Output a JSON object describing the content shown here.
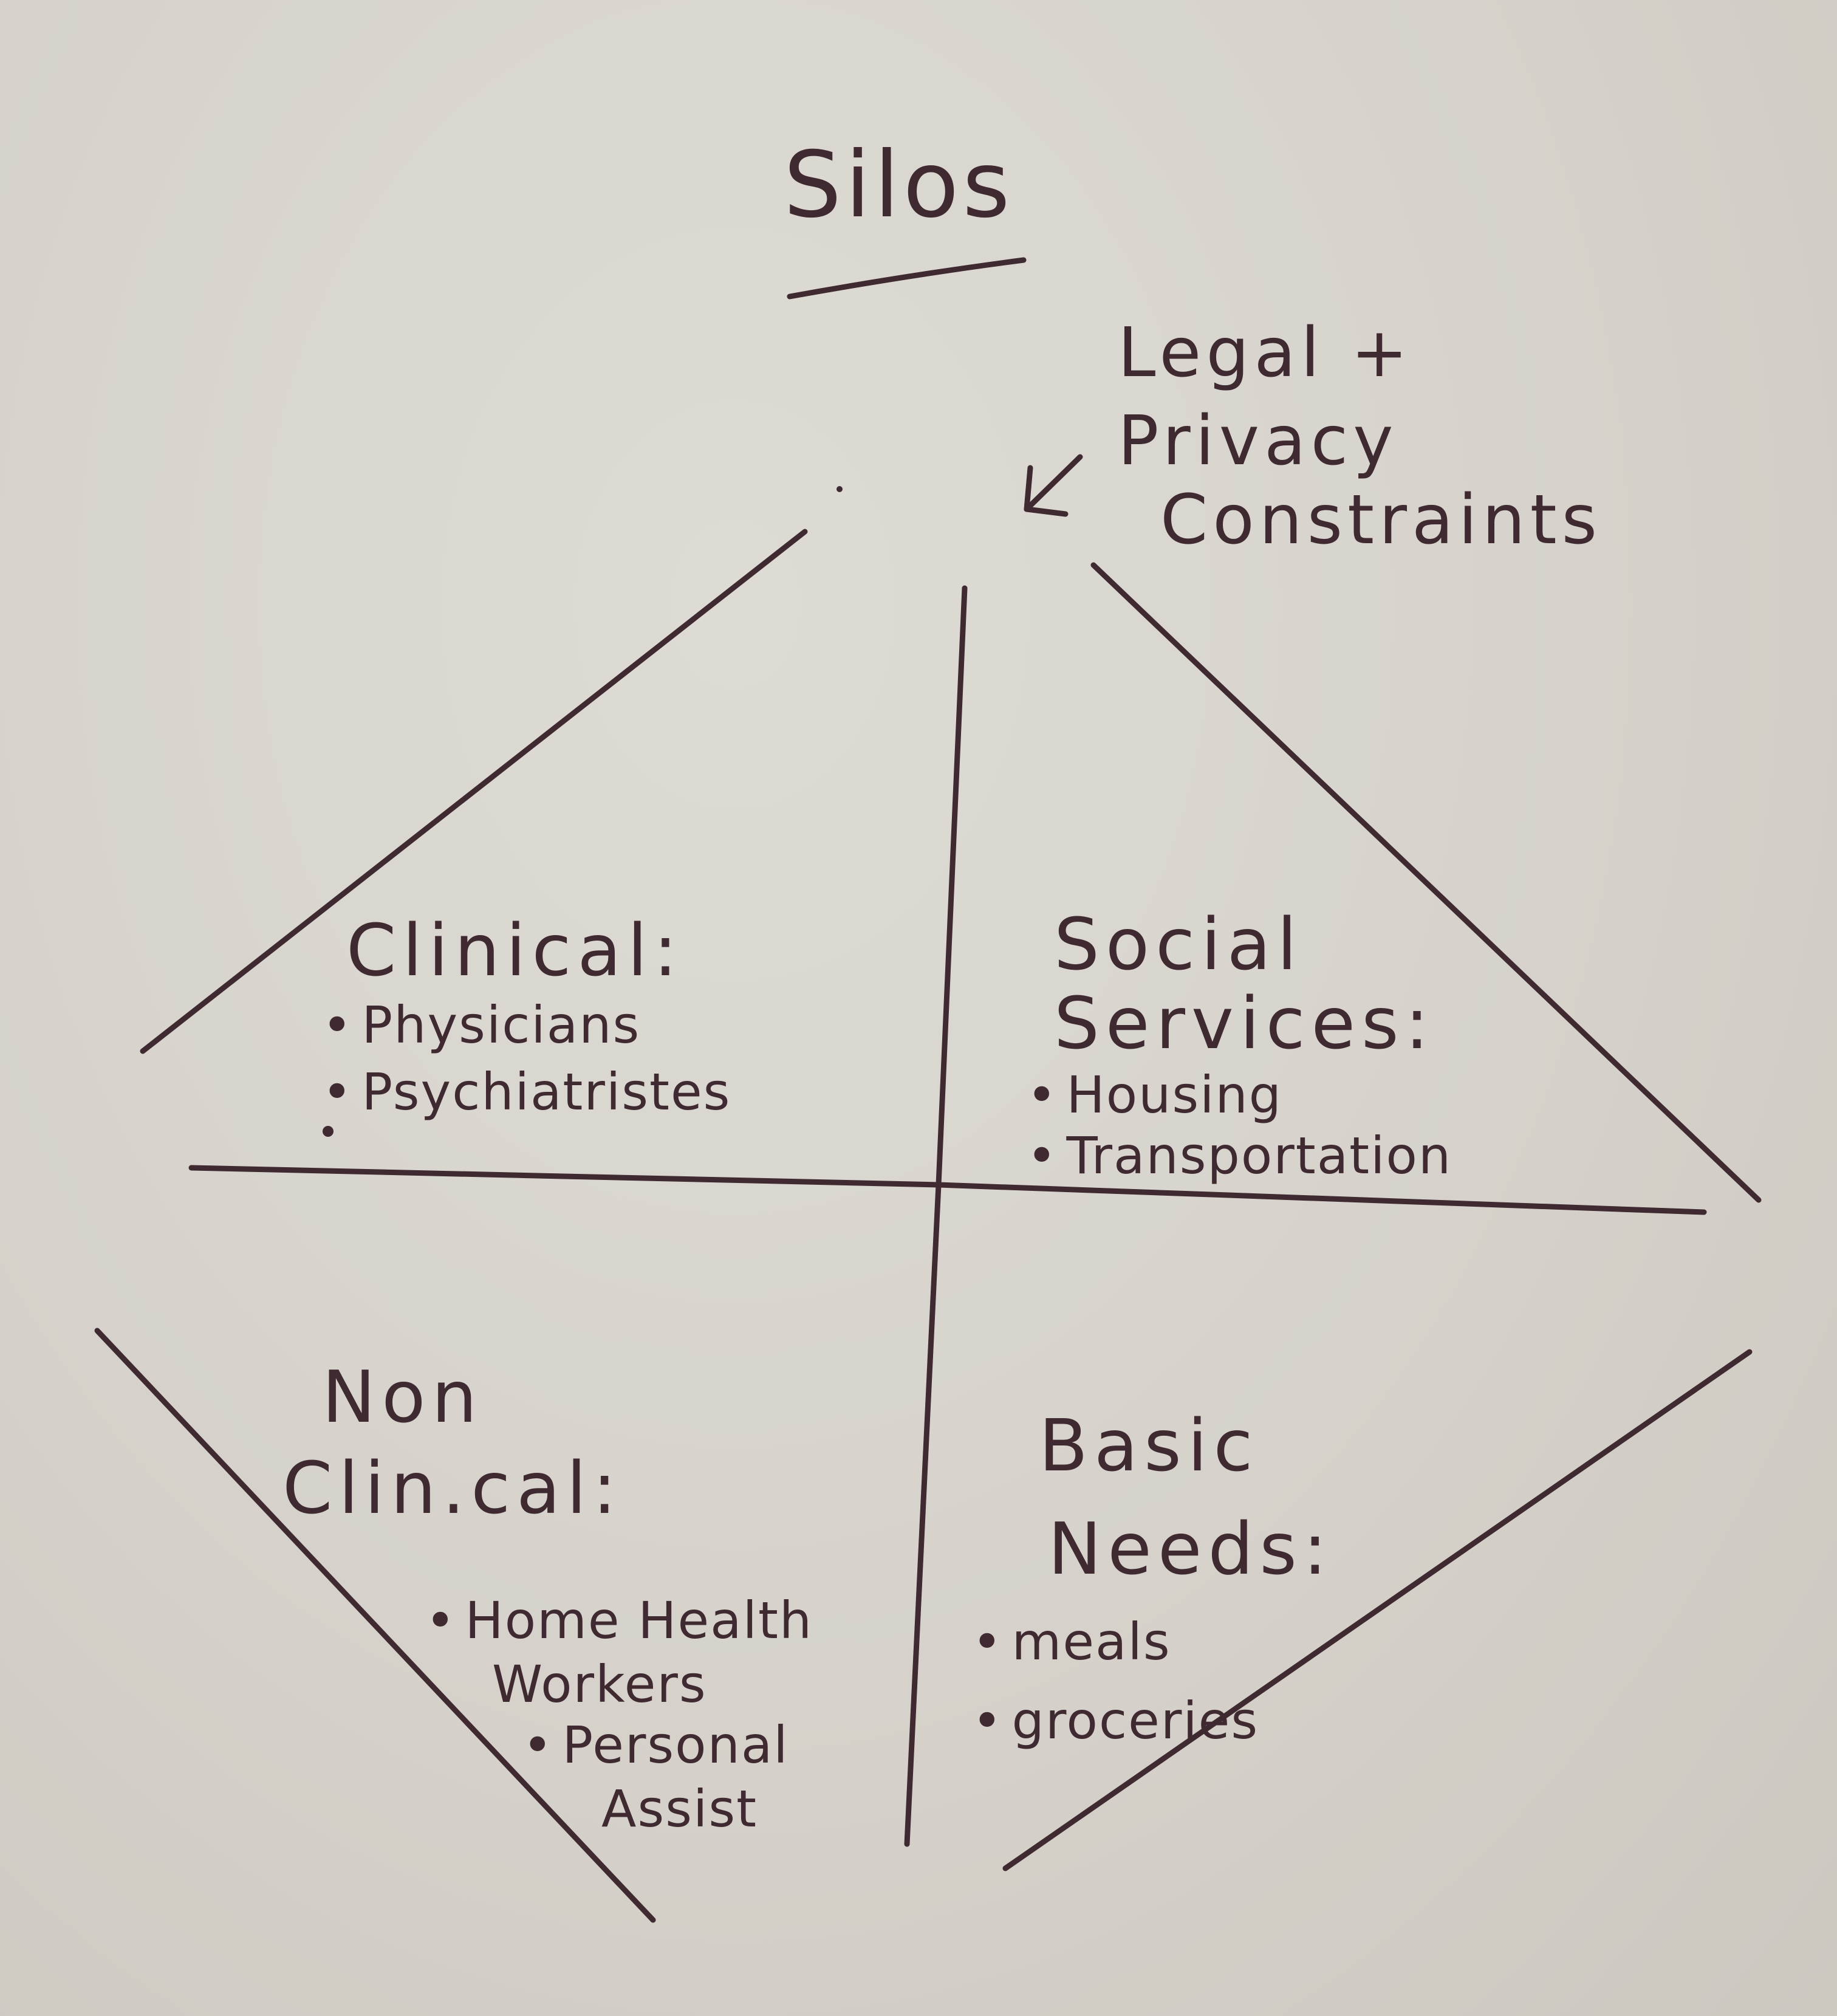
{
  "title": "Silos",
  "constraint_note": {
    "lines": [
      "Legal +",
      "Privacy",
      "Constraints"
    ]
  },
  "quadrants": {
    "clinical": {
      "heading": "Clinical:",
      "items": [
        "Physicians",
        "Psychiatristes"
      ]
    },
    "social_services": {
      "heading": [
        "Social",
        "Services:"
      ],
      "items": [
        "Housing",
        "Transportation"
      ]
    },
    "non_clinical": {
      "heading": [
        "Non",
        "Clin.cal:"
      ],
      "items": [
        "Home Health",
        "Workers",
        "Personal",
        "Assist"
      ]
    },
    "basic_needs": {
      "heading": [
        "Basic",
        "Needs:"
      ],
      "items": [
        "meals",
        "groceries"
      ]
    }
  },
  "colors": {
    "ink": "#3e2a30",
    "paper": "#d8d4cd"
  },
  "icons": {
    "arrow": "arrow-pointing-down-left-icon",
    "bullet": "bullet-dot-icon"
  }
}
